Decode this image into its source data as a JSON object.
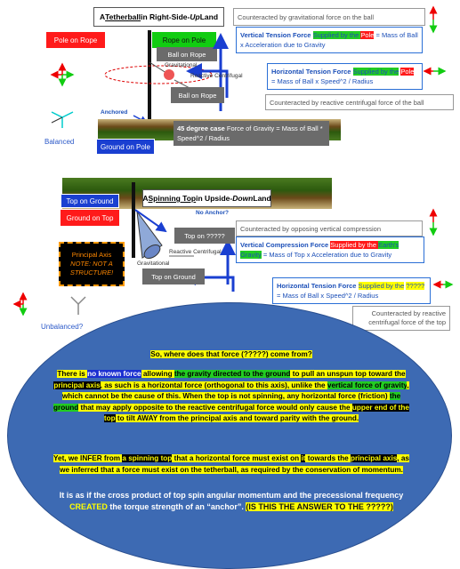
{
  "top_section": {
    "title": {
      "prefix": "A ",
      "underline": "Tetherball",
      "middle": " in Right-Side-",
      "italic": "Up",
      "suffix": " Land"
    },
    "pole_on_rope": "Pole on Rope",
    "rope_on_pole": "Rope on Pole",
    "ball_on_rope_1": "Ball on Rope",
    "ball_on_rope_2": "Ball on Rope",
    "gravitational": "Gravitational",
    "reactive_centrifugal": "Reactive Centrifugal",
    "anchored": "Anchored",
    "balanced": "Balanced",
    "ground_on_pole": "Ground on Pole",
    "counter_gravity": "Counteracted by gravitational force on the ball",
    "vertical_tension": {
      "bold": "Vertical Tension Force",
      "supplied": "Supplied by the ",
      "pole": "Pole",
      "rest": " = Mass of Ball x Acceleration due to Gravity"
    },
    "horizontal_tension": {
      "bold": "Horizontal Tension Force",
      "supplied": "Supplied by the",
      "pole": "Pole",
      "rest": " = Mass of Ball x Speed^2 / Radius"
    },
    "counter_centrifugal": "Counteracted by reactive centrifugal force of the ball",
    "case45": {
      "bold": "45 degree case",
      "rest": " Force of Gravity = Mass of Ball * Speed^2 / Radius"
    }
  },
  "bottom_section": {
    "title": {
      "prefix": "A ",
      "underline": "Spinning Top",
      "middle": " in Upside-",
      "italic": "Down",
      "suffix": " Land"
    },
    "top_on_ground": "Top on Ground",
    "ground_on_top": "Ground on Top",
    "no_anchor": "No Anchor?",
    "top_on_q": "Top on ?????",
    "top_on_ground_2": "Top on Ground",
    "reactive_centrifugal": "Reactive Centrifugal",
    "gravitational": "Gravitational",
    "principal_axis": "Principal Axis",
    "note": "NOTE: NOT A STRUCTURE!",
    "unbalanced": "Unbalanced?",
    "counter_vertical": "Counteracted by opposing vertical compression",
    "vertical_compression": {
      "bold": "Vertical Compression Force",
      "supplied": "Supplied by the ",
      "earth": "Earth's",
      "gravity": "Gravity",
      "rest": " = Mass of Top x Acceleration due to Gravity"
    },
    "horizontal_tension": {
      "bold": "Horizontal Tension Force",
      "supplied": "Supplied by the",
      "q": "?????",
      "rest": " = Mass of Ball x Speed^2 / Radius"
    },
    "counter_centrifugal": "Counteracted by reactive centrifugal force of the top"
  },
  "ellipse": {
    "question": "So, where does that force (?????) come from?",
    "p1": {
      "a": "There is ",
      "b": "no known force",
      "c": " allowing ",
      "d": "the gravity directed to the ground",
      "e": " to pull an unspun top toward the ",
      "f": "principal axis",
      "g": ", as such is a horizontal force (orthogonal to this axis), unlike the ",
      "h": "vertical force of gravity",
      "i": ", which cannot be the cause of this. When the top is not spinning, any horizontal force (friction) ",
      "j": "the ground",
      "k": " that may apply opposite to the reactive centrifugal force would only cause the ",
      "l": "upper end of the top",
      "m": " to tilt AWAY from the principal axis and toward parity with ",
      "n": "the ground."
    },
    "p2": {
      "a": "Yet, we INFER from ",
      "b": "a spinning top",
      "c": " that a horizontal force must exist on ",
      "d": "it",
      "e": " towards the ",
      "f": "principal axis",
      "g": ", as we inferred that a force must exist on the tetherball, as required by the conservation of momentum."
    },
    "p3": {
      "a": "It is as if the cross product of top spin angular momentum and the precessional frequency ",
      "b": "CREATED",
      "c": " the torque strength of an “anchor”. ",
      "d": "(IS THIS THE ANSWER TO THE ?????)"
    }
  },
  "colors": {
    "accent_blue": "#1b4fb8",
    "ellipse_fill": "#3d6ab3",
    "red": "#ff1a1a",
    "green": "#11cc11"
  }
}
